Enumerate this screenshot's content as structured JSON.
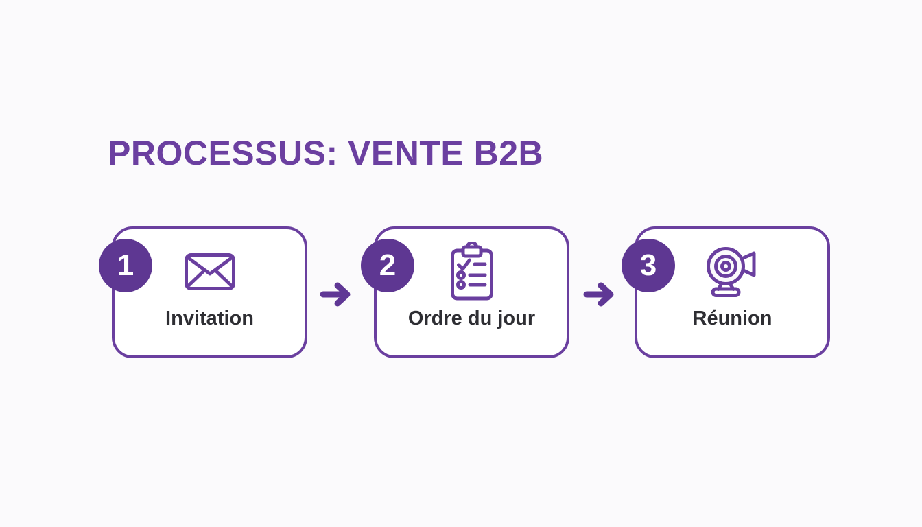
{
  "title": "PROCESSUS: VENTE B2B",
  "colors": {
    "title_text": "#6b3fa0",
    "box_border": "#6a3f9f",
    "box_fill": "#ffffff",
    "badge_fill": "#5e3792",
    "badge_text": "#ffffff",
    "arrow": "#5f3795",
    "label_text": "#2e2e33",
    "background": "#fbfafc"
  },
  "steps": [
    {
      "number": "1",
      "label": "Invitation",
      "icon": "envelope-icon"
    },
    {
      "number": "2",
      "label": "Ordre du jour",
      "icon": "clipboard-checklist-icon"
    },
    {
      "number": "3",
      "label": "Réunion",
      "icon": "webcam-icon"
    }
  ],
  "arrows": [
    {
      "glyph": "right-arrow"
    },
    {
      "glyph": "right-arrow"
    }
  ]
}
